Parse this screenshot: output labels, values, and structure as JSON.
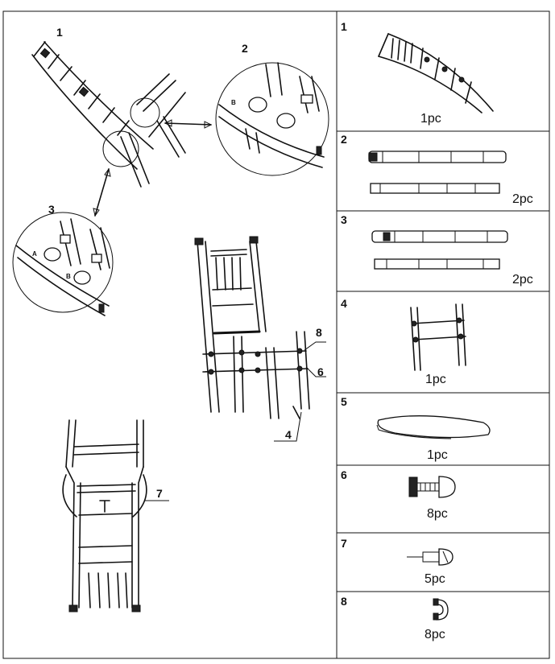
{
  "assembly": {
    "callouts": [
      "1",
      "2",
      "3",
      "4",
      "6",
      "7",
      "8"
    ],
    "detail_pins": {
      "a": "A",
      "b": "B"
    }
  },
  "parts": [
    {
      "number": "1",
      "quantity": "1pc"
    },
    {
      "number": "2",
      "quantity": "2pc"
    },
    {
      "number": "3",
      "quantity": "2pc"
    },
    {
      "number": "4",
      "quantity": "1pc"
    },
    {
      "number": "5",
      "quantity": "1pc"
    },
    {
      "number": "6",
      "quantity": "8pc"
    },
    {
      "number": "7",
      "quantity": "5pc"
    },
    {
      "number": "8",
      "quantity": "8pc"
    }
  ]
}
